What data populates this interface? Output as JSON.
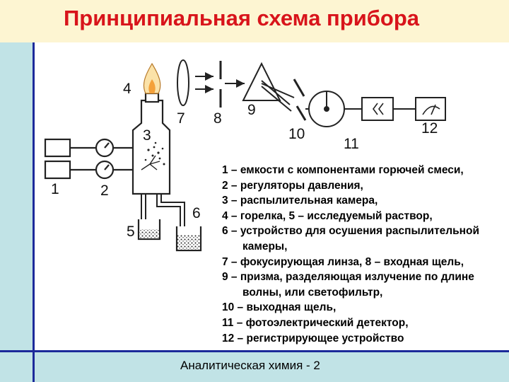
{
  "title": "Принципиальная схема прибора",
  "footer": "Аналитическая химия - 2",
  "diagram": {
    "labels": [
      "1",
      "2",
      "3",
      "4",
      "5",
      "6",
      "7",
      "8",
      "9",
      "10",
      "11",
      "12"
    ]
  },
  "legend": [
    "1 – емкости с компонентами горючей смеси,",
    "2 – регуляторы давления,",
    "3 – распылительная камера,",
    "4 – горелка, 5 – исследуемый раствор,",
    "6 – устройство для осушения распылительной",
    "камеры,",
    "7 – фокусирующая линза, 8 – входная щель,",
    "9 – призма, разделяющая излучение по длине",
    "волны, или светофильтр,",
    "10 – выходная щель,",
    "11 – фотоэлектрический детектор,",
    "12 – регистрирующее устройство"
  ]
}
